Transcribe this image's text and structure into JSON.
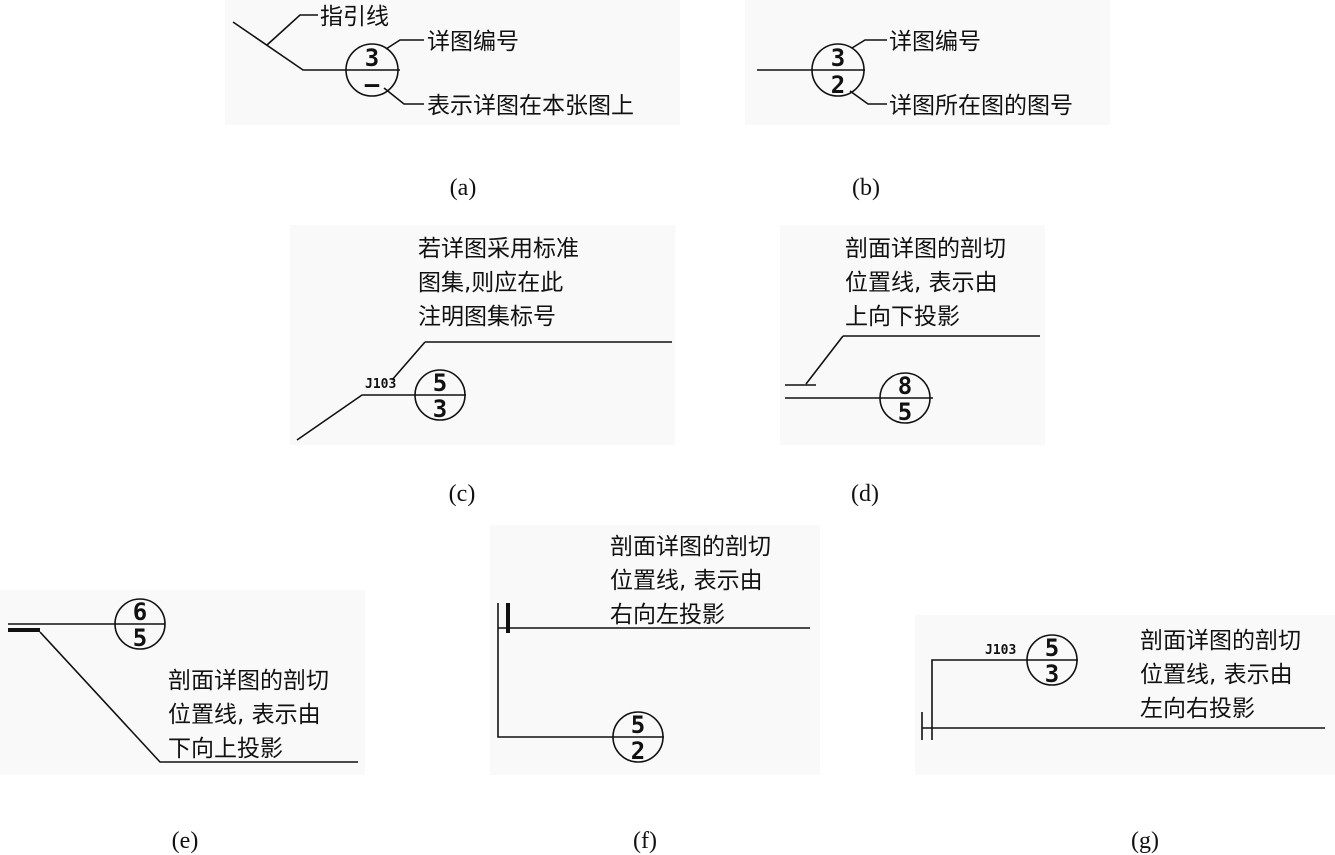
{
  "panels": {
    "a": {
      "caption": "(a)",
      "leader_label": "指引线",
      "number_label": "详图编号",
      "sheet_label": "表示详图在本张图上",
      "number": "3",
      "sheet": "—"
    },
    "b": {
      "caption": "(b)",
      "number_label": "详图编号",
      "sheet_label": "详图所在图的图号",
      "number": "3",
      "sheet": "2"
    },
    "c": {
      "caption": "(c)",
      "note": [
        "若详图采用标准",
        "图集,则应在此",
        "注明图集标号"
      ],
      "atlas_code": "J103",
      "number": "5",
      "sheet": "3"
    },
    "d": {
      "caption": "(d)",
      "note": [
        "剖面详图的剖切",
        "位置线, 表示由",
        "上向下投影"
      ],
      "number": "8",
      "sheet": "5"
    },
    "e": {
      "caption": "(e)",
      "note": [
        "剖面详图的剖切",
        "位置线, 表示由",
        "下向上投影"
      ],
      "number": "6",
      "sheet": "5"
    },
    "f": {
      "caption": "(f)",
      "note": [
        "剖面详图的剖切",
        "位置线, 表示由",
        "右向左投影"
      ],
      "number": "5",
      "sheet": "2"
    },
    "g": {
      "caption": "(g)",
      "note": [
        "剖面详图的剖切",
        "位置线, 表示由",
        "左向右投影"
      ],
      "atlas_code": "J103",
      "number": "5",
      "sheet": "3"
    }
  }
}
